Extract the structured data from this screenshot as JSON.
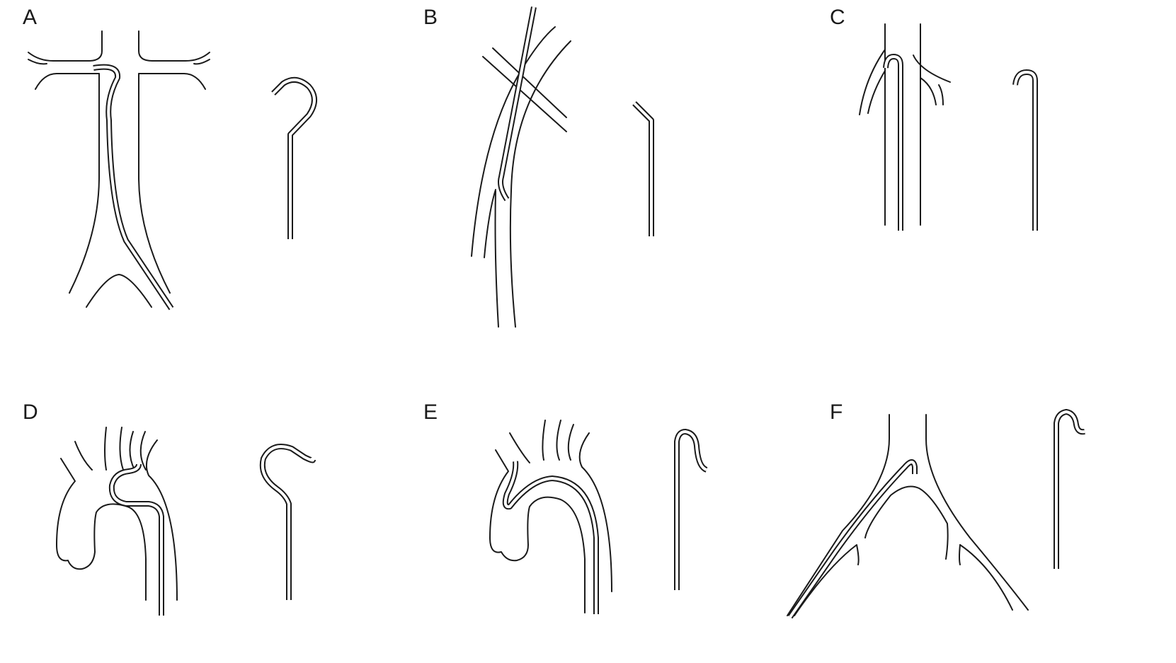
{
  "panels": [
    {
      "label": "A"
    },
    {
      "label": "B"
    },
    {
      "label": "C"
    },
    {
      "label": "D"
    },
    {
      "label": "E"
    },
    {
      "label": "F"
    }
  ],
  "colors": {
    "line": "#1a1a1a",
    "background": "#ffffff"
  }
}
